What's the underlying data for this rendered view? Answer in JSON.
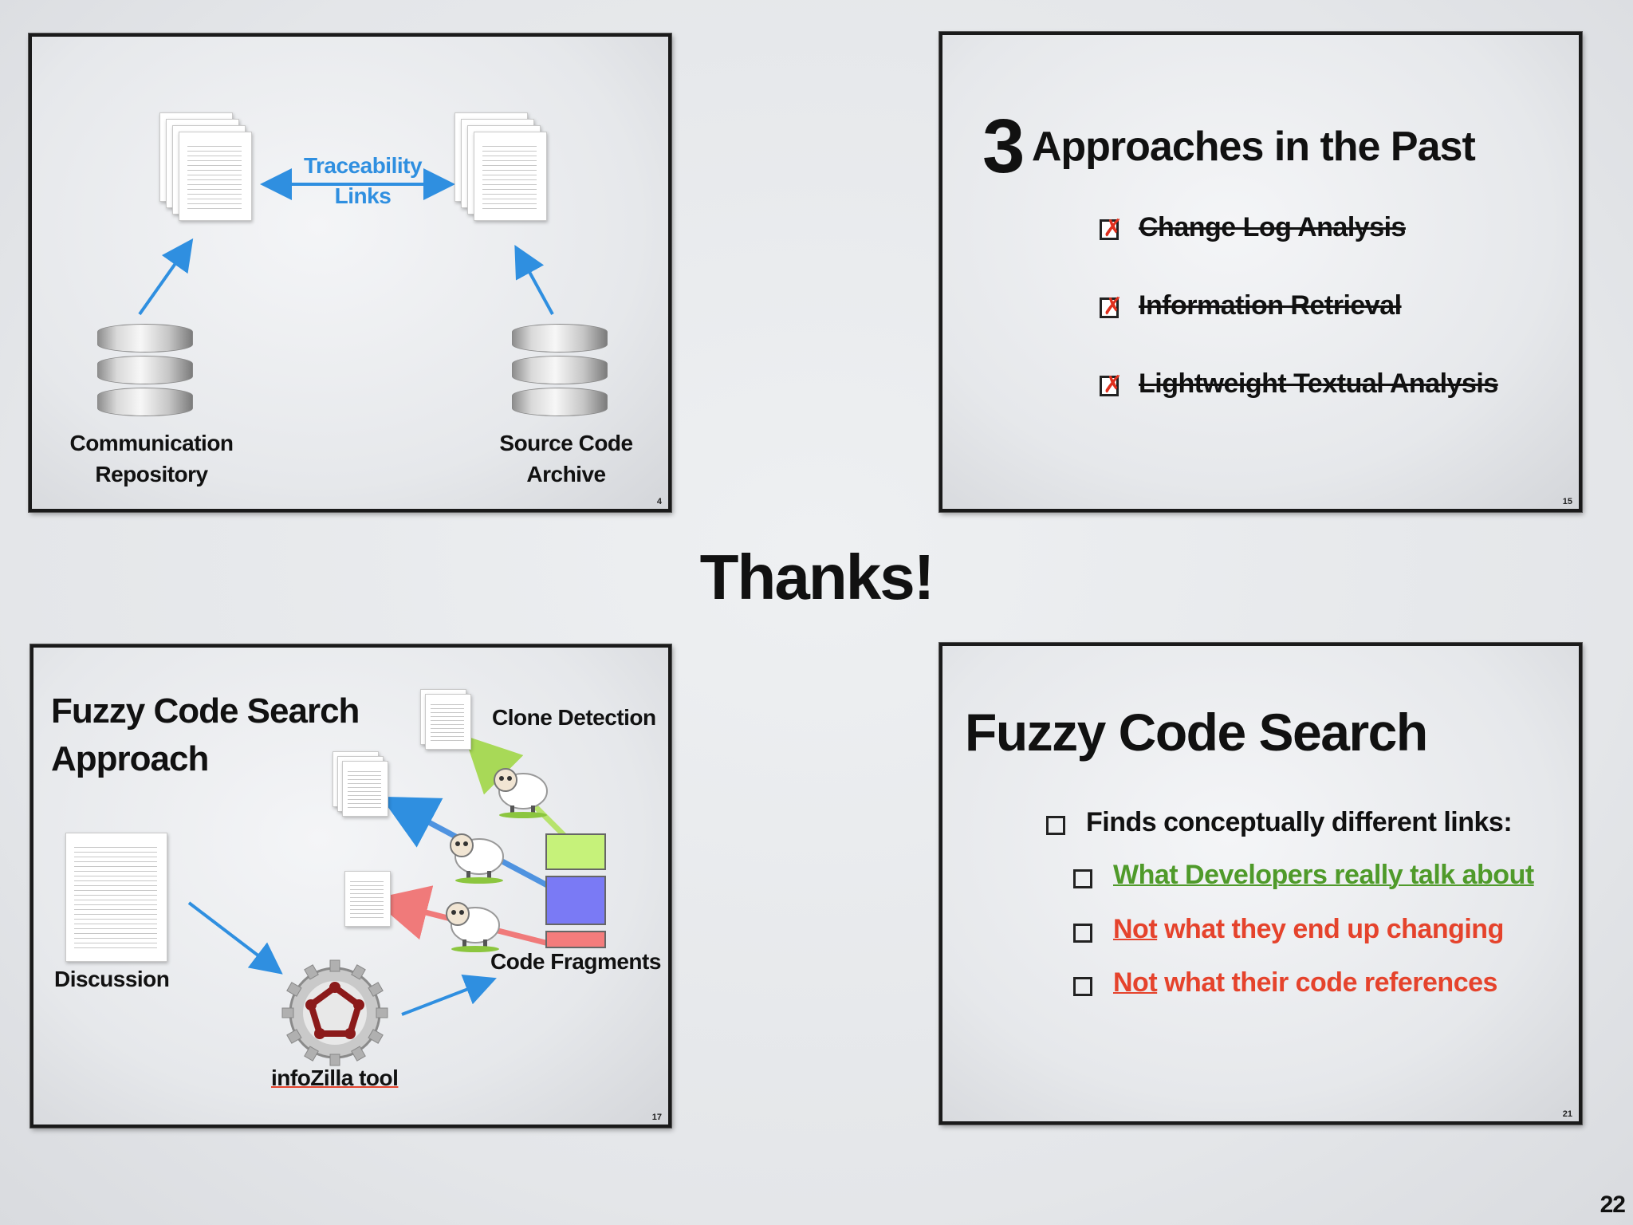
{
  "main": {
    "title": "Thanks!",
    "page_number": "22"
  },
  "slide_traceability": {
    "center_label_line1": "Traceability",
    "center_label_line2": "Links",
    "left_label_line1": "Communication",
    "left_label_line2": "Repository",
    "right_label_line1": "Source Code",
    "right_label_line2": "Archive",
    "slide_number": "4",
    "accent_color": "#2f8fe0"
  },
  "slide_approaches": {
    "title_number": "3",
    "title_text": "Approaches in the Past",
    "items": [
      "Change Log Analysis",
      "Information Retrieval",
      "Lightweight Textual Analysis"
    ],
    "slide_number": "15"
  },
  "slide_fuzzy_approach": {
    "title_line1": "Fuzzy Code Search",
    "title_line2": "Approach",
    "clone_detection": "Clone Detection",
    "discussion": "Discussion",
    "code_fragments": "Code Fragments",
    "tool_name": "infoZilla tool",
    "slide_number": "17",
    "colors": {
      "green_block": "#c6f27a",
      "blue_block": "#7a7af5",
      "red_block": "#f47c7c"
    }
  },
  "slide_fuzzy_search": {
    "title": "Fuzzy Code Search",
    "main_bullet": "Finds conceptually different links:",
    "sub_bullets": [
      {
        "prefix": "",
        "text": "What Developers really talk about"
      },
      {
        "prefix": "Not",
        "text": " what they end up changing"
      },
      {
        "prefix": "Not",
        "text": " what their code references"
      }
    ],
    "slide_number": "21",
    "colors": {
      "green": "#4f9a2a",
      "red": "#e5432c"
    }
  }
}
